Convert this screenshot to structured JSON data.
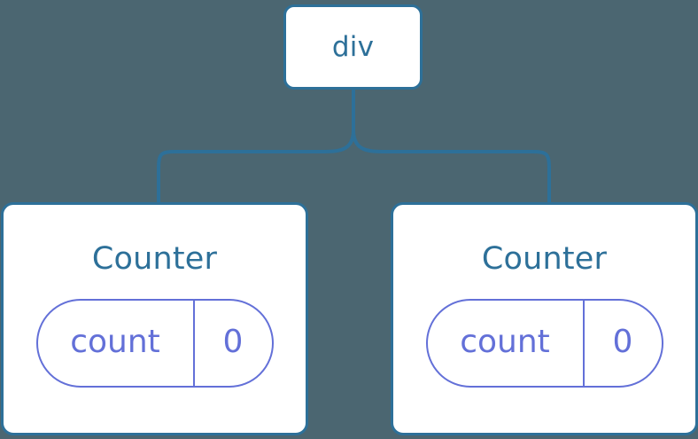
{
  "diagram": {
    "type": "component-tree",
    "background_color": "#4b6671",
    "node_border_color": "#2d7099",
    "node_fill_color": "#ffffff",
    "node_text_color": "#2d7099",
    "state_pill_color": "#6370d8",
    "connector_color": "#2d7099",
    "root": {
      "label": "div"
    },
    "children": [
      {
        "label": "Counter",
        "state": {
          "key": "count",
          "value": "0"
        }
      },
      {
        "label": "Counter",
        "state": {
          "key": "count",
          "value": "0"
        }
      }
    ]
  }
}
